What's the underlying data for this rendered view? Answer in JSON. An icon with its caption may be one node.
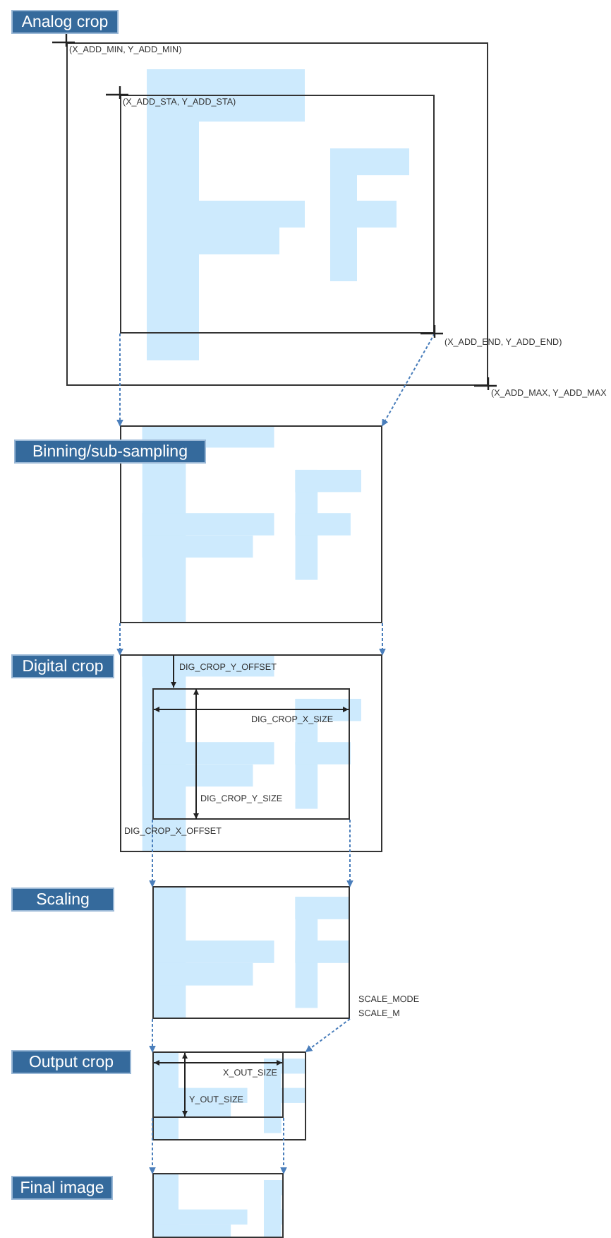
{
  "diagram": {
    "nodes": [
      {
        "text": [
          "Analog crop"
        ]
      },
      {
        "text": [],
        "shape": "box"
      },
      {
        "text": [],
        "shape": "box",
        "in": 1
      },
      {
        "text": [
          "Binning/sub-sampling"
        ]
      },
      {
        "text": [],
        "shape": "box"
      },
      {
        "text": [
          "Digital crop"
        ]
      },
      {
        "text": [],
        "shape": "box"
      },
      {
        "text": [],
        "shape": "box",
        "in": 6
      },
      {
        "text": [
          "Scaling"
        ]
      },
      {
        "text": [],
        "shape": "box"
      },
      {
        "text": [
          "Output crop"
        ]
      },
      {
        "text": [],
        "shape": "box"
      },
      {
        "text": [],
        "shape": "box",
        "in": 11
      },
      {
        "text": [
          "Final image"
        ]
      },
      {
        "text": [],
        "shape": "box"
      }
    ],
    "edges": [
      {
        "from": 2,
        "to": 4,
        "arrow": "to",
        "style": "dashed"
      },
      {
        "from": 2,
        "to": 4,
        "arrow": "to",
        "style": "dashed"
      },
      {
        "from": 4,
        "to": 6,
        "arrow": "to",
        "style": "dashed"
      },
      {
        "from": 4,
        "to": 6,
        "arrow": "to",
        "style": "dashed"
      },
      {
        "from": 7,
        "to": 9,
        "arrow": "to",
        "style": "dashed"
      },
      {
        "from": 7,
        "to": 9,
        "arrow": "to",
        "style": "dashed"
      },
      {
        "from": 9,
        "to": 11,
        "arrow": "to",
        "style": "dashed"
      },
      {
        "from": 9,
        "to": 11,
        "arrow": "to",
        "style": "dashed"
      },
      {
        "from": 12,
        "to": 14,
        "arrow": "to",
        "style": "dashed"
      },
      {
        "from": 12,
        "to": 14,
        "arrow": "to",
        "style": "dashed"
      }
    ],
    "labels": [
      "(X_ADD_MIN, Y_ADD_MIN)",
      "(X_ADD_STA, Y_ADD_STA)",
      "(X_ADD_END, Y_ADD_END)",
      "(X_ADD_MAX, Y_ADD_MAX",
      "DIG_CROP_Y_OFFSET",
      "DIG_CROP_X_SIZE",
      "DIG_CROP_Y_SIZE",
      "DIG_CROP_X_OFFSET",
      "SCALE_MODE",
      "SCALE_M",
      "X_OUT_SIZE",
      "Y_OUT_SIZE"
    ]
  }
}
